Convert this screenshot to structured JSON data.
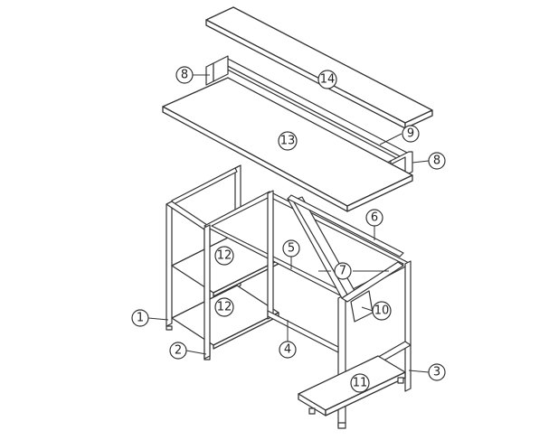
{
  "parts": {
    "p1": "1",
    "p2": "2",
    "p3": "3",
    "p4": "4",
    "p5": "5",
    "p6": "6",
    "p7": "7",
    "p8": "8",
    "p9": "9",
    "p10": "10",
    "p11": "11",
    "p12": "12",
    "p13": "13",
    "p14": "14"
  },
  "colors": {
    "line": "#333333",
    "fill": "#ffffff"
  }
}
